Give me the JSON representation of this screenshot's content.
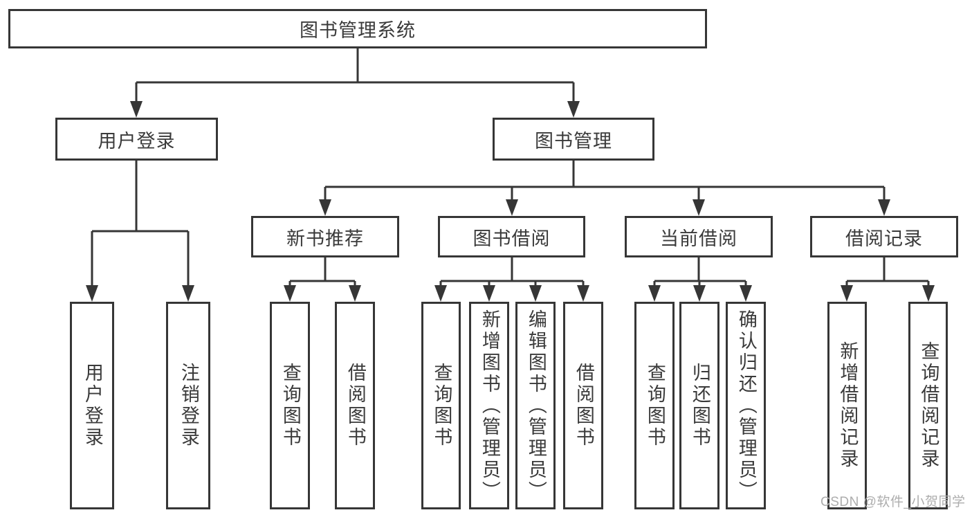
{
  "diagram": {
    "watermark": "CSDN @软件_小贺同学",
    "colors": {
      "line": "#363636",
      "text": "#3a3a3a",
      "watermark": "#adadad",
      "background": "#ffffff"
    },
    "tree": {
      "label": "图书管理系统",
      "children": [
        {
          "label": "用户登录",
          "children": [
            {
              "label": "用户登录"
            },
            {
              "label": "注销登录"
            }
          ]
        },
        {
          "label": "图书管理",
          "children": [
            {
              "label": "新书推荐",
              "children": [
                {
                  "label": "查询图书"
                },
                {
                  "label": "借阅图书"
                }
              ]
            },
            {
              "label": "图书借阅",
              "children": [
                {
                  "label": "查询图书"
                },
                {
                  "label": "新增图书（管理员）"
                },
                {
                  "label": "编辑图书（管理员）"
                },
                {
                  "label": "借阅图书"
                }
              ]
            },
            {
              "label": "当前借阅",
              "children": [
                {
                  "label": "查询图书"
                },
                {
                  "label": "归还图书"
                },
                {
                  "label": "确认归还（管理员）"
                }
              ]
            },
            {
              "label": "借阅记录",
              "children": [
                {
                  "label": "新增借阅记录"
                },
                {
                  "label": "查询借阅记录"
                }
              ]
            }
          ]
        }
      ]
    }
  }
}
